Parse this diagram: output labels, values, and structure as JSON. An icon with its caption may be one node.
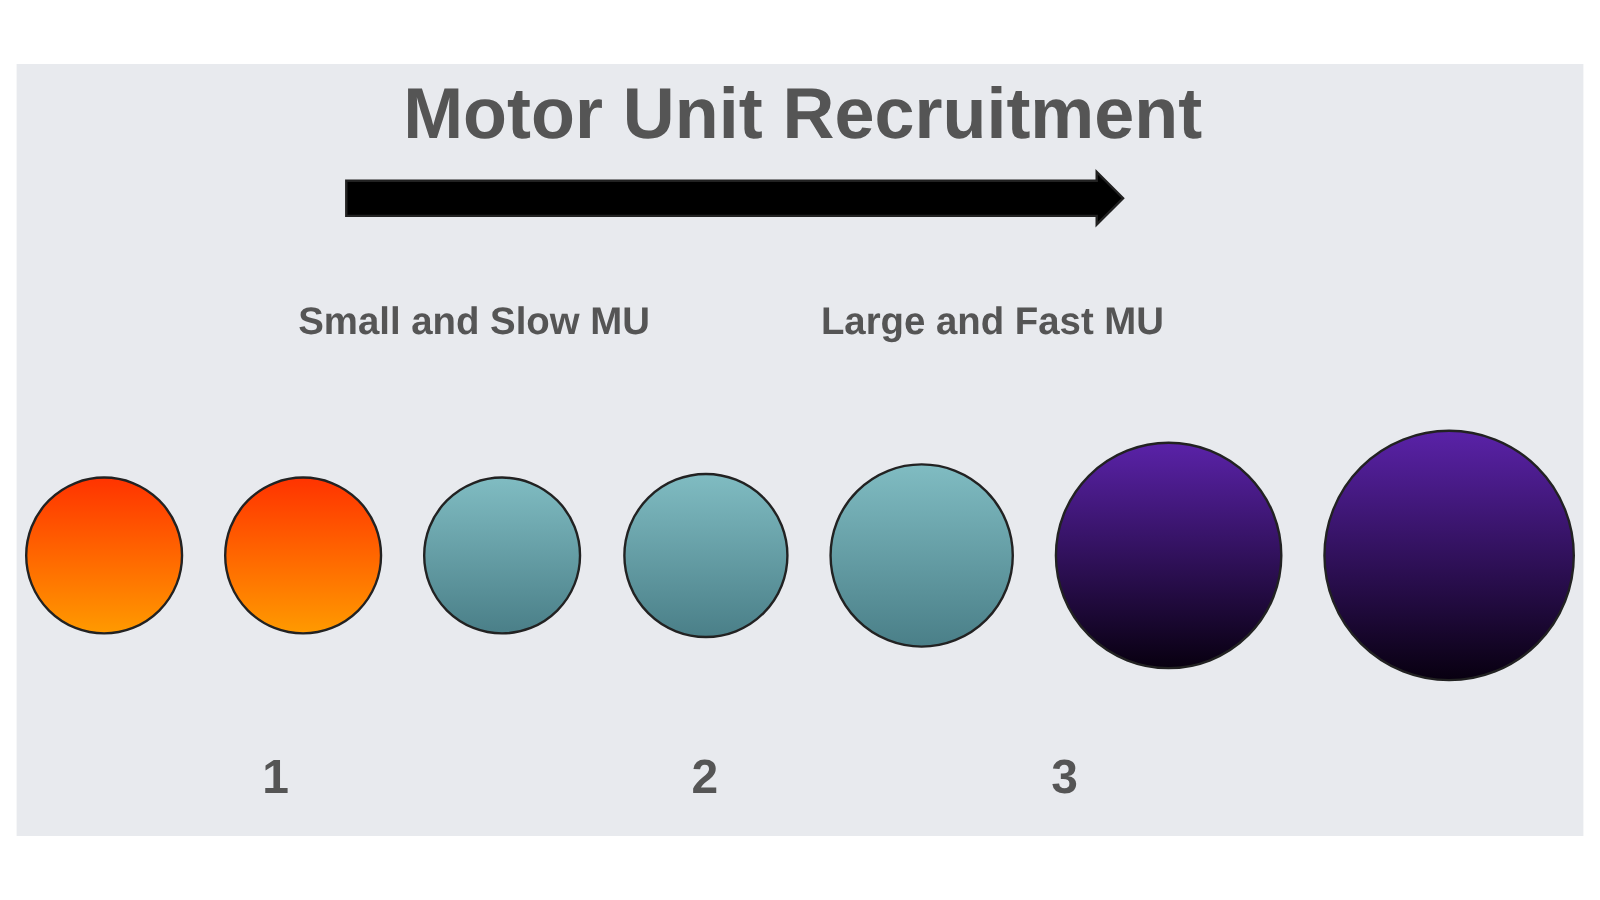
{
  "diagram": {
    "title": "Motor Unit Recruitment",
    "nodes": [
      {
        "text": [],
        "shape": "arrow"
      },
      {
        "text": [],
        "shape": "circle"
      },
      {
        "text": [],
        "shape": "circle"
      },
      {
        "text": [],
        "shape": "circle"
      },
      {
        "text": [],
        "shape": "circle"
      },
      {
        "text": [],
        "shape": "circle"
      },
      {
        "text": [],
        "shape": "circle"
      },
      {
        "text": [],
        "shape": "circle"
      }
    ],
    "edges": [],
    "labels": [
      "Small and Slow MU",
      "Large and Fast MU",
      "1",
      "2",
      "3"
    ]
  }
}
